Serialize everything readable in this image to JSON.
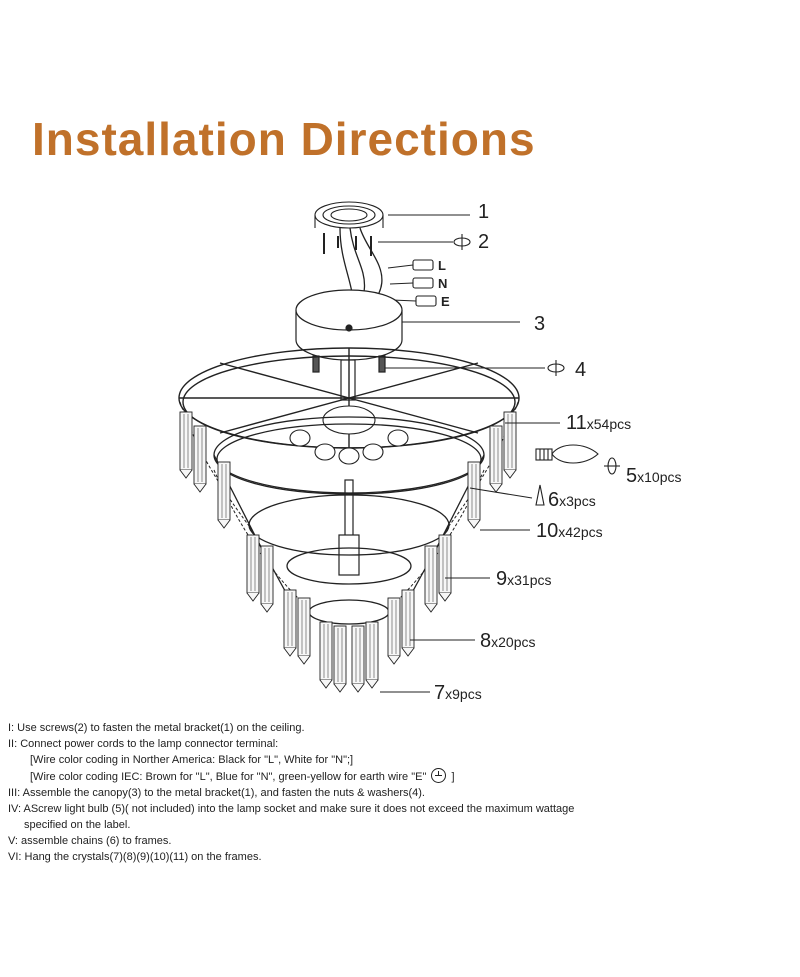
{
  "title": "Installation Directions",
  "callouts": {
    "c1": {
      "num": "1",
      "qty": ""
    },
    "c2": {
      "num": "2",
      "qty": ""
    },
    "c3": {
      "num": "3",
      "qty": ""
    },
    "c4": {
      "num": "4",
      "qty": ""
    },
    "c11": {
      "num": "11",
      "qty": "x54pcs"
    },
    "c5": {
      "num": "5",
      "qty": "x10pcs"
    },
    "c6": {
      "num": "6",
      "qty": "x3pcs"
    },
    "c10": {
      "num": "10",
      "qty": "x42pcs"
    },
    "c9": {
      "num": "9",
      "qty": "x31pcs"
    },
    "c8": {
      "num": "8",
      "qty": "x20pcs"
    },
    "c7": {
      "num": "7",
      "qty": "x9pcs"
    }
  },
  "wire_labels": {
    "l": "L",
    "n": "N",
    "e": "E"
  },
  "steps": {
    "s1": "I:  Use screws(2) to fasten the metal bracket(1) on the ceiling.",
    "s2": "II: Connect power cords to the lamp connector terminal:",
    "s2a": "[Wire color coding in Norther America: Black for \"L\", White for \"N\";]",
    "s2b_pre": "[Wire color coding IEC: Brown for \"L\", Blue for \"N\", green-yellow for earth wire \"E\"",
    "s2b_post": "]",
    "s3": "III: Assemble the canopy(3) to the metal bracket(1), and fasten the nuts & washers(4).",
    "s4": "IV: AScrew light bulb (5)( not included) into the lamp socket and make sure it does not exceed the maximum wattage",
    "s4b": "specified on the label.",
    "s5": "V:  assemble chains (6) to frames.",
    "s6": "VI: Hang the crystals(7)(8)(9)(10)(11) on the frames."
  }
}
